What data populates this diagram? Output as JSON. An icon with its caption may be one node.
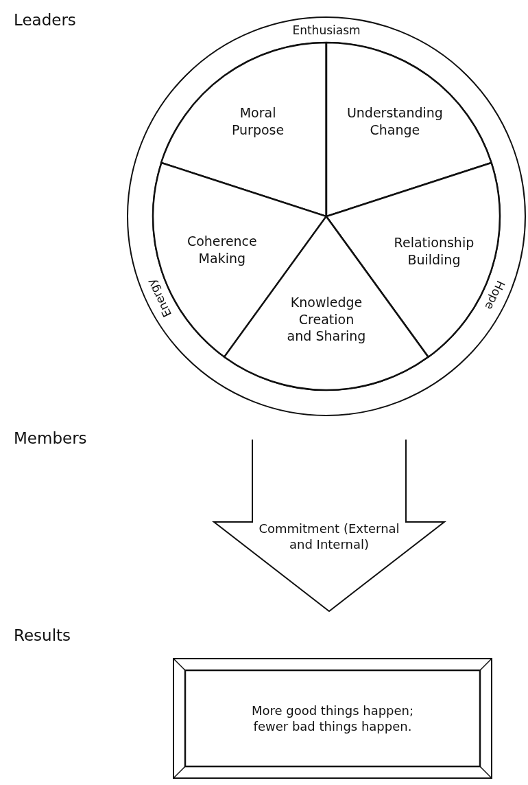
{
  "diagram": {
    "nodes": [
      {
        "text": [
          "Enthusiasm",
          "Energy",
          "Hope"
        ]
      },
      {
        "text": [
          "Moral Purpose"
        ],
        "in": 0
      },
      {
        "text": [
          "Understanding Change"
        ],
        "in": 0
      },
      {
        "text": [
          "Coherence Making"
        ],
        "in": 0
      },
      {
        "text": [
          "Relationship Building"
        ],
        "in": 0
      },
      {
        "text": [
          "Knowledge Creation and Sharing"
        ],
        "in": 0
      },
      {
        "text": [
          "Commitment (External and Internal)"
        ]
      },
      {
        "text": [
          "More good things happen; fewer bad things happen."
        ]
      }
    ],
    "edges": [],
    "labels": [
      "Leaders",
      "Members",
      "Results"
    ]
  }
}
